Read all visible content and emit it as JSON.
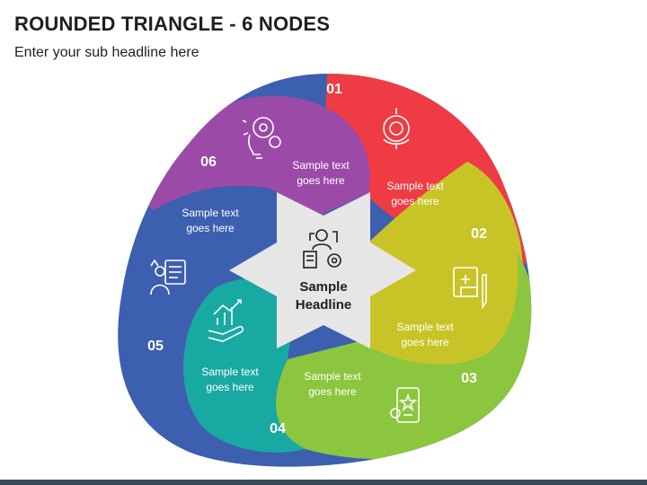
{
  "header": {
    "title": "ROUNDED TRIANGLE - 6 NODES",
    "subtitle": "Enter your sub headline here"
  },
  "center": {
    "line1": "Sample",
    "line2": "Headline",
    "icon": "business-process-icon"
  },
  "colors": {
    "red": "#ef3b44",
    "yellow": "#c8c428",
    "green": "#8cc63e",
    "teal": "#18a9a2",
    "blue": "#3d5fb0",
    "purple": "#9c4aa8",
    "star": "#e6e6e6"
  },
  "nodes": [
    {
      "number": "01",
      "line1": "Sample text",
      "line2": "goes here",
      "icon": "money-globe-icon"
    },
    {
      "number": "02",
      "line1": "Sample text",
      "line2": "goes here",
      "icon": "medical-wallet-icon"
    },
    {
      "number": "03",
      "line1": "Sample text",
      "line2": "goes here",
      "icon": "mobile-settings-icon"
    },
    {
      "number": "04",
      "line1": "Sample text",
      "line2": "goes here",
      "icon": "growth-chart-hand-icon"
    },
    {
      "number": "05",
      "line1": "Sample text",
      "line2": "goes here",
      "icon": "person-report-icon"
    },
    {
      "number": "06",
      "line1": "Sample text",
      "line2": "goes here",
      "icon": "idea-gears-icon"
    }
  ]
}
